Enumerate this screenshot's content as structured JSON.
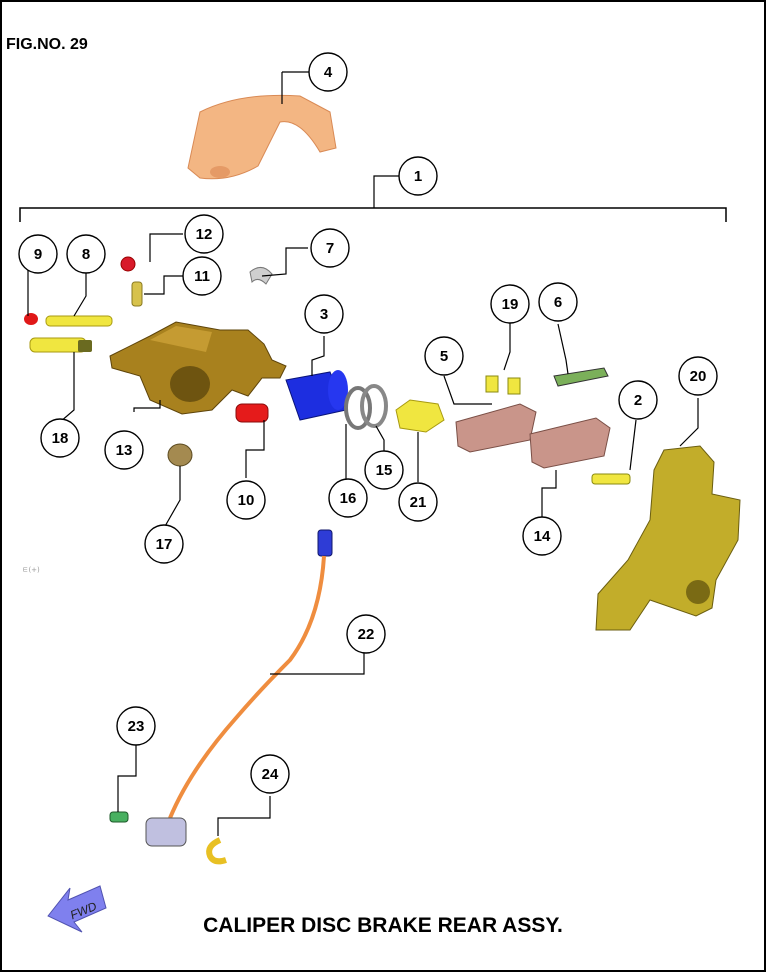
{
  "figure_number": "FIG.NO. 29",
  "title": "CALIPER DISC BRAKE REAR ASSY.",
  "small_mark": "ㅌ(+)",
  "fwd_label": "FWD",
  "callouts": [
    "1",
    "2",
    "3",
    "4",
    "5",
    "6",
    "7",
    "8",
    "9",
    "10",
    "11",
    "12",
    "13",
    "14",
    "15",
    "16",
    "17",
    "18",
    "19",
    "20",
    "21",
    "22",
    "23",
    "24"
  ],
  "parts": [
    {
      "name": "caliper-body",
      "label": "13"
    },
    {
      "name": "bracket",
      "label": "20"
    },
    {
      "name": "piston",
      "label": "3"
    },
    {
      "name": "dust-cover",
      "label": "4"
    }
  ],
  "colors": {
    "caliper": "#a8811e",
    "bracket": "#c2ad2a",
    "piston": "#1d2ee0",
    "pad": "#c9958a",
    "cover": "#f1b07c",
    "hose": "#ef8d3f",
    "fwd_arrow": "#7f80ee",
    "red_part": "#e01818",
    "yellow_part": "#f0e640"
  }
}
